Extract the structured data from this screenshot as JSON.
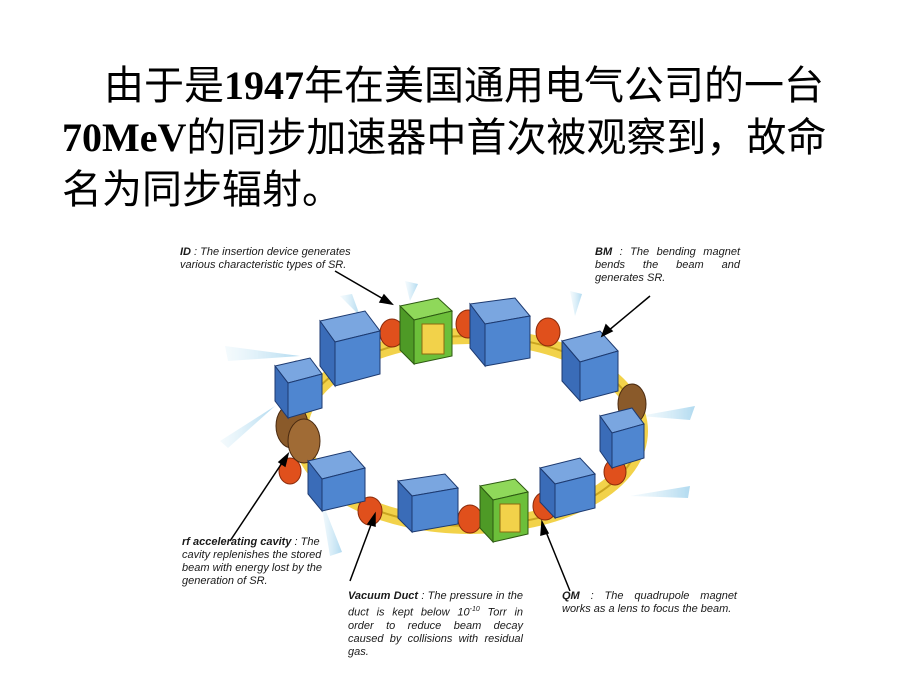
{
  "slide": {
    "line1_pre": "由于是",
    "line1_year": "1947",
    "line1_post": "年在美国通用电气公司的一台",
    "line2_energy": "70MeV",
    "line2_post": "的同步加速器中首次被观察到，故命",
    "line3": "名为同步辐射。"
  },
  "figure": {
    "captions": {
      "id": {
        "key": "ID",
        "text": " : The insertion device generates various characteristic  types of SR."
      },
      "bm": {
        "key": "BM",
        "text": " : The bending magnet bends the beam and generates SR."
      },
      "rf": {
        "key": "rf accelerating cavity",
        "text": " : The cavity replenishes the stored beam with energy lost by the generation of SR."
      },
      "duct_key": "Vacuum Duct",
      "duct_a": " : The pressure in the duct is kept below 10",
      "duct_sup": "-10",
      "duct_b": " Torr in order to reduce beam decay caused by collisions with residual gas.",
      "qm": {
        "key": "QM",
        "text": " : The quadrupole magnet works as a lens to focus the beam."
      }
    },
    "colors": {
      "bending_magnet": "#4f86d0",
      "insertion_device": "#6cbf3a",
      "quadrupole_ring": "#e0501c",
      "rf_cavity": "#8a5a2a",
      "yellow_coil": "#f2d24a",
      "sr_beam": "#bfe0f0"
    }
  }
}
